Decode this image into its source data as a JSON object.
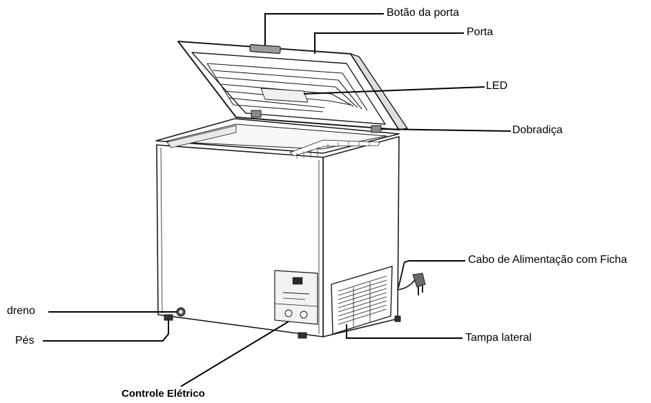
{
  "diagram": {
    "labels": {
      "door_button": "Botão da porta",
      "door": "Porta",
      "led": "LED",
      "hinge": "Dobradiça",
      "power_cable": "Cabo de Alimentação com Ficha",
      "drain": "dreno",
      "feet": "Pés",
      "side_cover": "Tampa lateral",
      "electric_control": "Controle Elétrico"
    },
    "colors": {
      "stroke": "#1a1a1a",
      "line": "#000000",
      "panel": "#f2f2f2",
      "display": "#2a2a2a"
    }
  }
}
